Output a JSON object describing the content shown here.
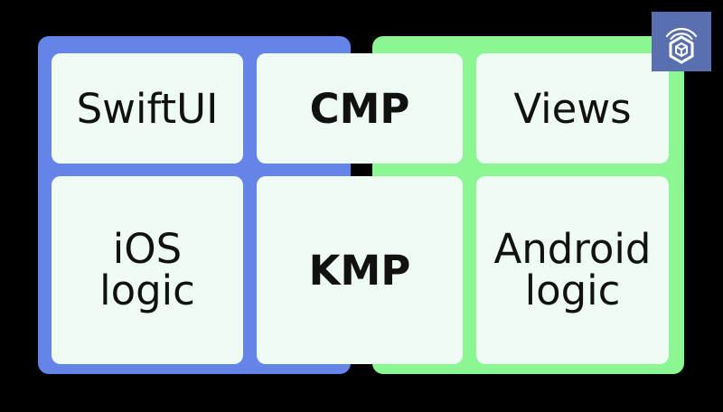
{
  "diagram": {
    "panels": {
      "ios_color": "#6584e8",
      "android_color": "#8bf793"
    },
    "cells": {
      "swiftui": "SwiftUI",
      "cmp": "CMP",
      "views": "Views",
      "ios_logic_line1": "iOS",
      "ios_logic_line2": "logic",
      "kmp": "KMP",
      "android_logic_line1": "Android",
      "android_logic_line2": "logic"
    },
    "logo": {
      "icon": "hexagon-cube-logo-icon",
      "color": "#5a6fb0"
    }
  }
}
